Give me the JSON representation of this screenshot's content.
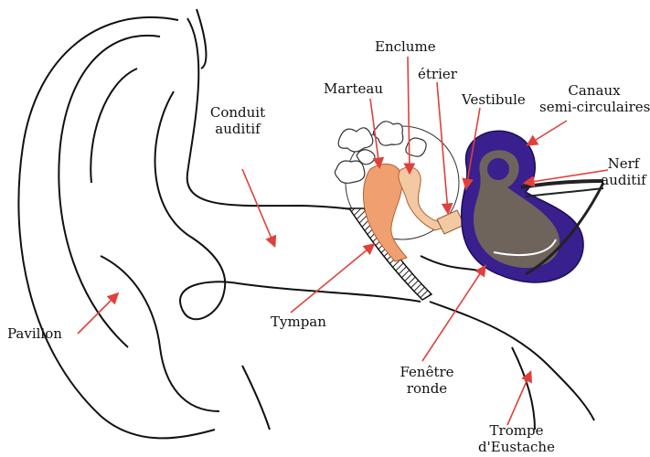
{
  "labels": {
    "pavillon": "Pavillon",
    "conduit_line1": "Conduit",
    "conduit_line2": "auditif",
    "tympan": "Tympan",
    "marteau": "Marteau",
    "enclume": "Enclume",
    "etrier": "étrier",
    "vestibule": "Vestibule",
    "canaux_line1": "Canaux",
    "canaux_line2": "semi-circulaires",
    "nerf_line1": "Nerf",
    "nerf_line2": "auditif",
    "fenetre_line1": "Fenêtre",
    "fenetre_line2": "ronde",
    "trompe_line1": "Trompe",
    "trompe_line2": "d'Eustache"
  },
  "colors": {
    "outline": "#111111",
    "arrow": "#e0403a",
    "ossicle": "#f0a070",
    "ossicle_light": "#f3c9a4",
    "inner_ear_outer": "#3a1f8f",
    "inner_ear_inner": "#6e645c"
  }
}
